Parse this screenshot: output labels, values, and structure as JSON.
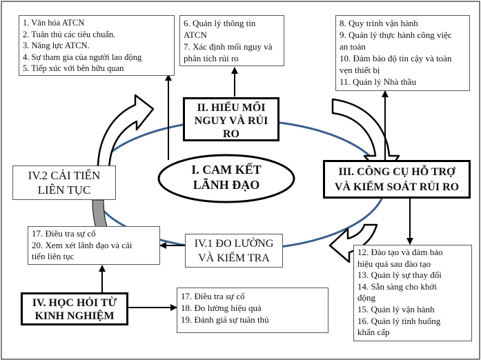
{
  "center": {
    "line1": "I. CAM KẾT",
    "line2": "LÃNH ĐẠO"
  },
  "pillars": {
    "risk": {
      "line1": "II. HIỂU MỐI",
      "line2": "NGUY VÀ RỦI",
      "line3": "RO"
    },
    "tools": {
      "line1": "III. CÔNG CỤ HỖ TRỢ",
      "line2": "VÀ KIỂM SOÁT RỦI RO"
    },
    "measure": {
      "line1": "IV.1 ĐO LƯỜNG",
      "line2": "VÀ KIỂM TRA"
    },
    "improve": {
      "line1": "IV.2 CẢI TIẾN",
      "line2": "LIÊN TỤC"
    },
    "learn": {
      "line1": "IV. HỌC HỎI TỪ",
      "line2": "KINH NGHIỆM"
    }
  },
  "lists": {
    "culture": [
      "1. Văn hóa ATCN",
      "2. Tuân thủ các tiêu chuẩn.",
      "3. Năng lực ATCN.",
      "4. Sự tham gia của người lao động",
      "5. Tiếp xúc với bên hữu quan"
    ],
    "risk_info": [
      "6.  Quản  lý  thông  tin",
      "ATCN",
      "7. Xác định mối nguy và",
      "phân tích rủi ro"
    ],
    "operations": [
      "8. Quy trình vận hành",
      "9. Quản lý thực hành công việc",
      "an toàn",
      "10. Đảm bảo độ tin cậy và toàn",
      "vẹn thiết bị",
      "11. Quản lý Nhà thầu"
    ],
    "training": [
      "12.  Đào  tạo  và  đảm  bảo",
      "hiệu quả sau đào tạo",
      "13. Quản lý sự thay đổi",
      "14.  Sẵn  sàng  cho  khởi",
      "động",
      "15. Quản lý vận hành",
      "16.  Quản  lý  tình  huống",
      "khẩn cấp"
    ],
    "review": [
      "17. Điều tra sự cố",
      "20.  Xem  xét  lãnh  đạo  và  cải",
      "tiến liên tục"
    ],
    "audit": [
      "17. Điều tra sự cố",
      "18. Đo lường hiệu quả",
      "19. Đánh giá sự tuân thủ"
    ]
  }
}
